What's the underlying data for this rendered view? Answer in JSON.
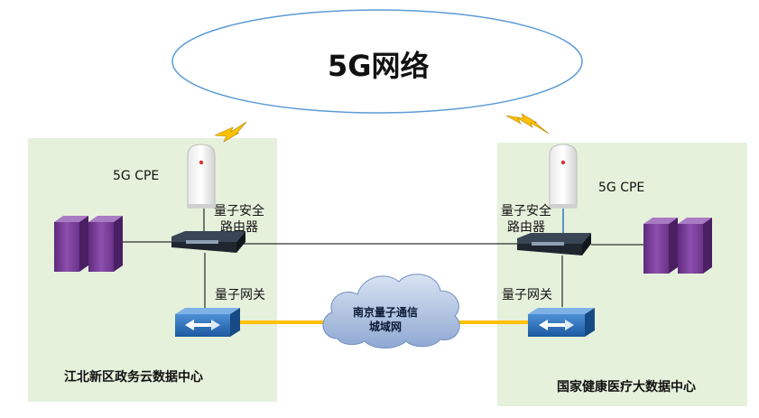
{
  "network": {
    "title": "5G网络"
  },
  "left_site": {
    "name": "江北新区政务云数据中心",
    "cpe_label": "5G CPE",
    "router_label_line1": "量子安全",
    "router_label_line2": "路由器",
    "gateway_label": "量子网关"
  },
  "right_site": {
    "name": "国家健康医疗大数据中心",
    "cpe_label": "5G CPE",
    "router_label_line1": "量子安全",
    "router_label_line2": "路由器",
    "gateway_label": "量子网关"
  },
  "metro_network": {
    "line1": "南京量子通信",
    "line2": "城域网"
  },
  "colors": {
    "zone_fill": "#e6f1dc",
    "ellipse_stroke": "#5b9bd5",
    "quantum_link": "#ffc000",
    "cloud_fill": "#b8c9e4",
    "server": "#7b3f99",
    "gateway": "#1f67b1"
  }
}
